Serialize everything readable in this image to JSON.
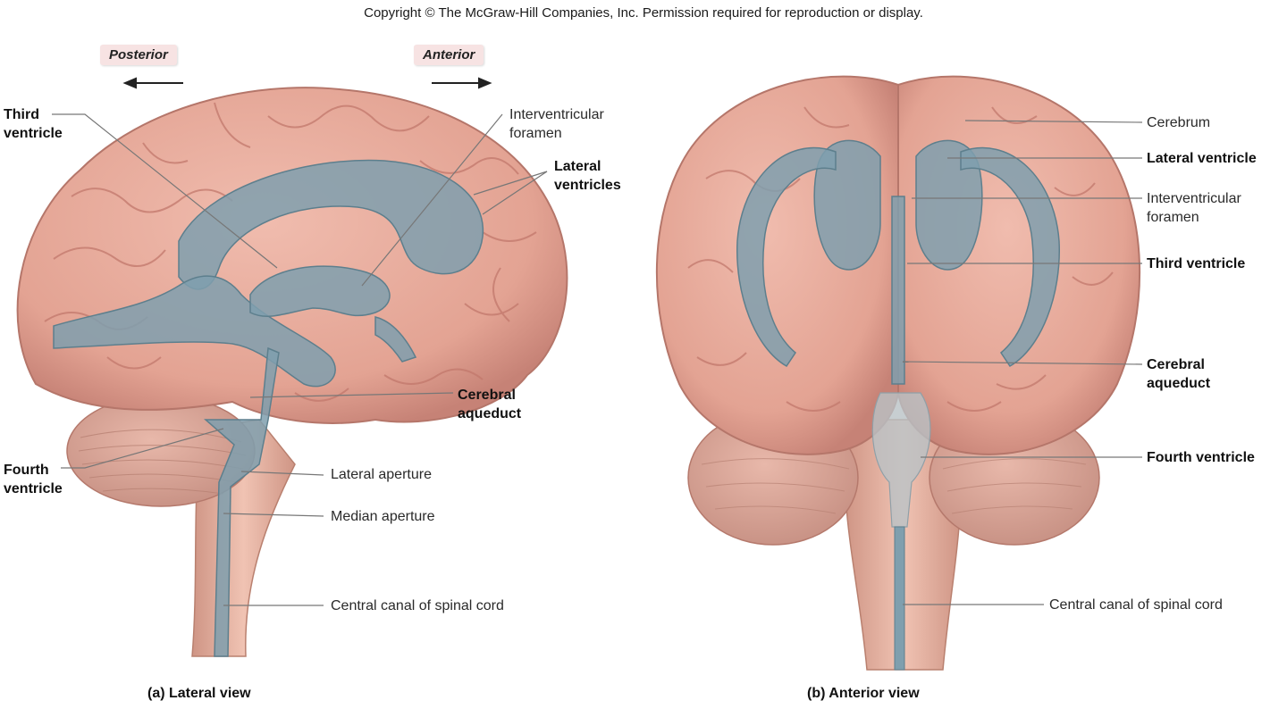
{
  "copyright": "Copyright © The McGraw-Hill Companies, Inc. Permission required for reproduction or display.",
  "lateral_view": {
    "caption": "(a) Lateral view",
    "direction_posterior": "Posterior",
    "direction_anterior": "Anterior",
    "labels": {
      "third_ventricle_line1": "Third",
      "third_ventricle_line2": "ventricle",
      "interventricular_line1": "Interventricular",
      "interventricular_line2": "foramen",
      "lateral_ventricles_line1": "Lateral",
      "lateral_ventricles_line2": "ventricles",
      "cerebral_aqueduct_line1": "Cerebral",
      "cerebral_aqueduct_line2": "aqueduct",
      "fourth_ventricle_line1": "Fourth",
      "fourth_ventricle_line2": "ventricle",
      "lateral_aperture": "Lateral aperture",
      "median_aperture": "Median aperture",
      "central_canal": "Central canal of spinal cord"
    }
  },
  "anterior_view": {
    "caption": "(b) Anterior view",
    "labels": {
      "cerebrum": "Cerebrum",
      "lateral_ventricle": "Lateral ventricle",
      "interventricular_line1": "Interventricular",
      "interventricular_line2": "foramen",
      "third_ventricle": "Third ventricle",
      "cerebral_aqueduct_line1": "Cerebral",
      "cerebral_aqueduct_line2": "aqueduct",
      "fourth_ventricle": "Fourth ventricle",
      "central_canal": "Central canal of spinal cord"
    }
  },
  "colors": {
    "brain": "#e8aa9c",
    "brain_dark": "#c9837a",
    "ventricle": "#7f9fae",
    "cerebellum": "#dba89b",
    "stem": "#e3b3a2",
    "leader": "#777777"
  }
}
